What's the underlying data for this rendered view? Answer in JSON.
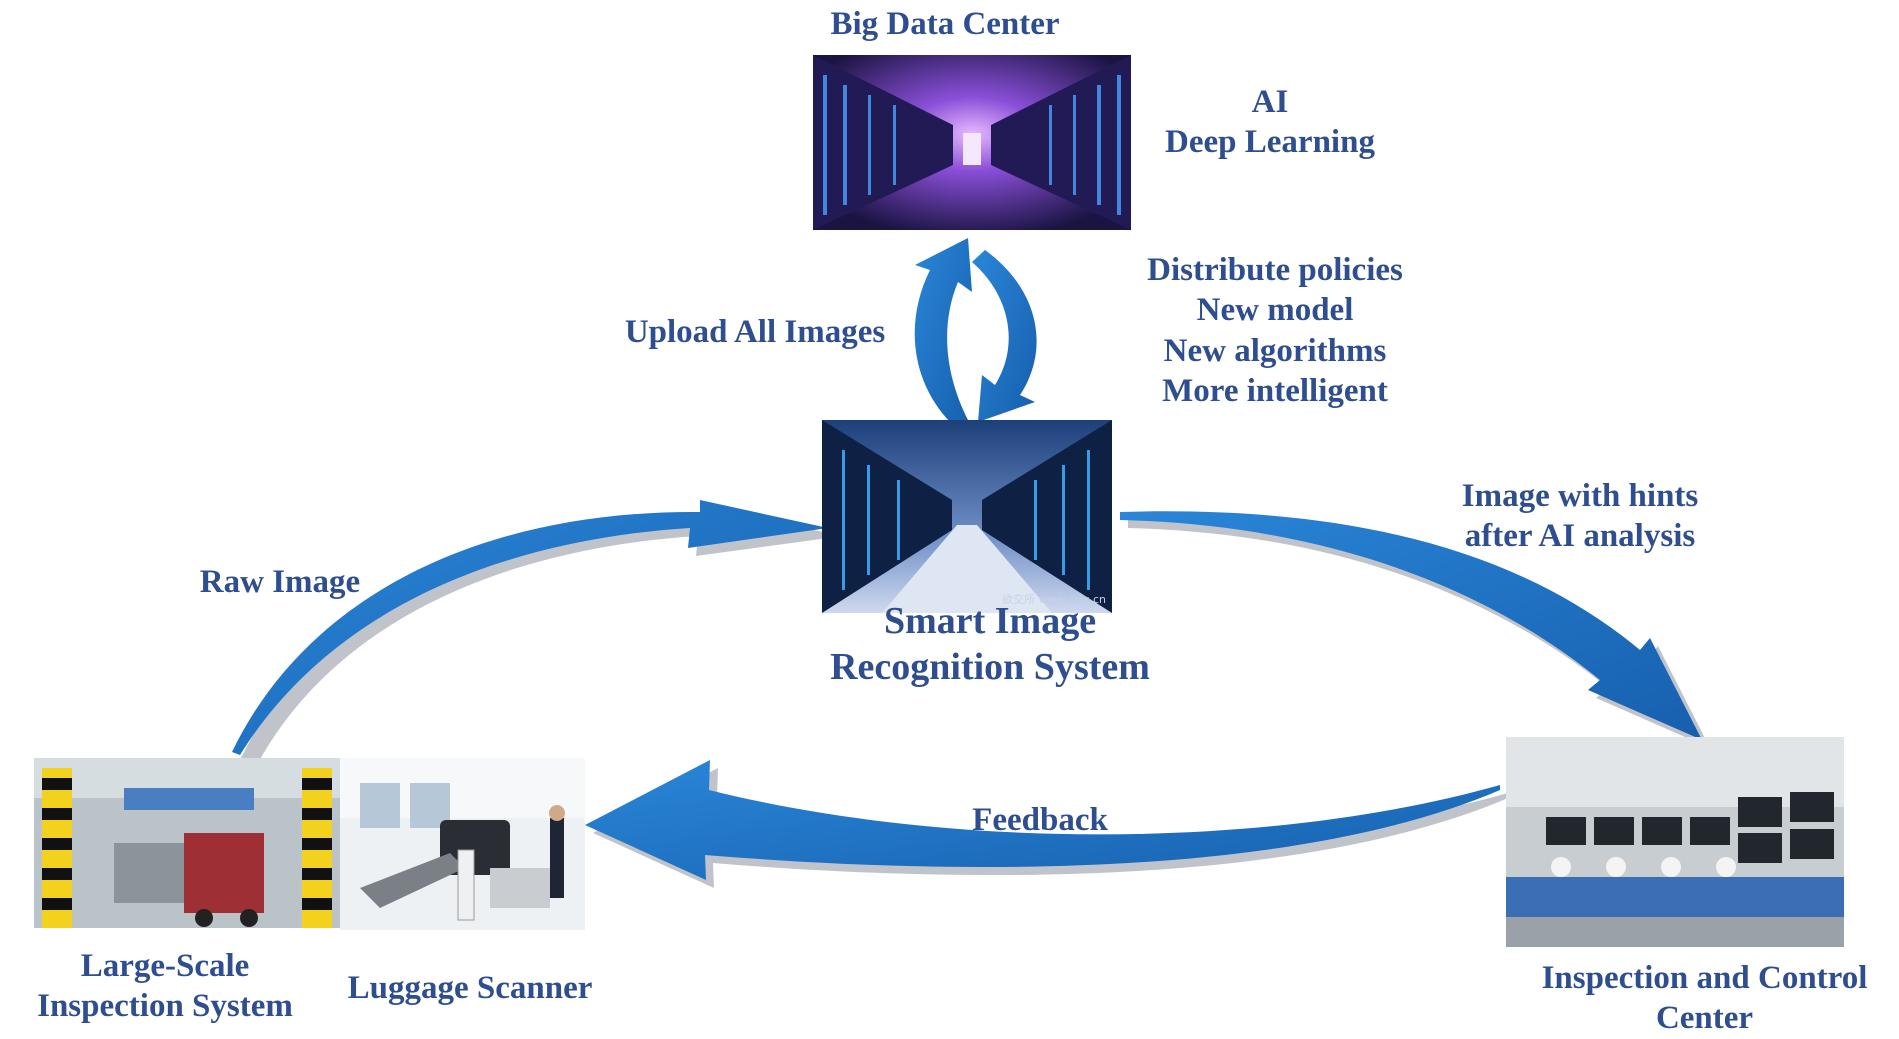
{
  "colors": {
    "arrow": "#1f74c6",
    "arrow_shadow": "#b9bdc4",
    "text": "#2e4e8f"
  },
  "nodes": {
    "big_data_center": {
      "title": "Big Data Center"
    },
    "ai": {
      "line1": "AI",
      "line2": "Deep Learning"
    },
    "smart_image": {
      "line1": "Smart Image",
      "line2": "Recognition System",
      "watermark": "欲交所 www.csix.cn"
    },
    "large_scale": {
      "line1": "Large-Scale",
      "line2": "Inspection  System"
    },
    "luggage": {
      "title": "Luggage  Scanner"
    },
    "inspection_center": {
      "line1": "Inspection and Control",
      "line2": "Center"
    }
  },
  "flows": {
    "upload": "Upload All Images",
    "distribute": [
      "Distribute policies",
      "New model",
      "New algorithms",
      "More intelligent"
    ],
    "raw_image": "Raw Image",
    "hints": [
      "Image with hints",
      "after AI analysis"
    ],
    "feedback": "Feedback"
  },
  "icons": [
    "data-center-photo",
    "server-room-photo",
    "truck-scanner-photo",
    "luggage-scanner-photo",
    "control-room-photo",
    "flow-arrow"
  ]
}
